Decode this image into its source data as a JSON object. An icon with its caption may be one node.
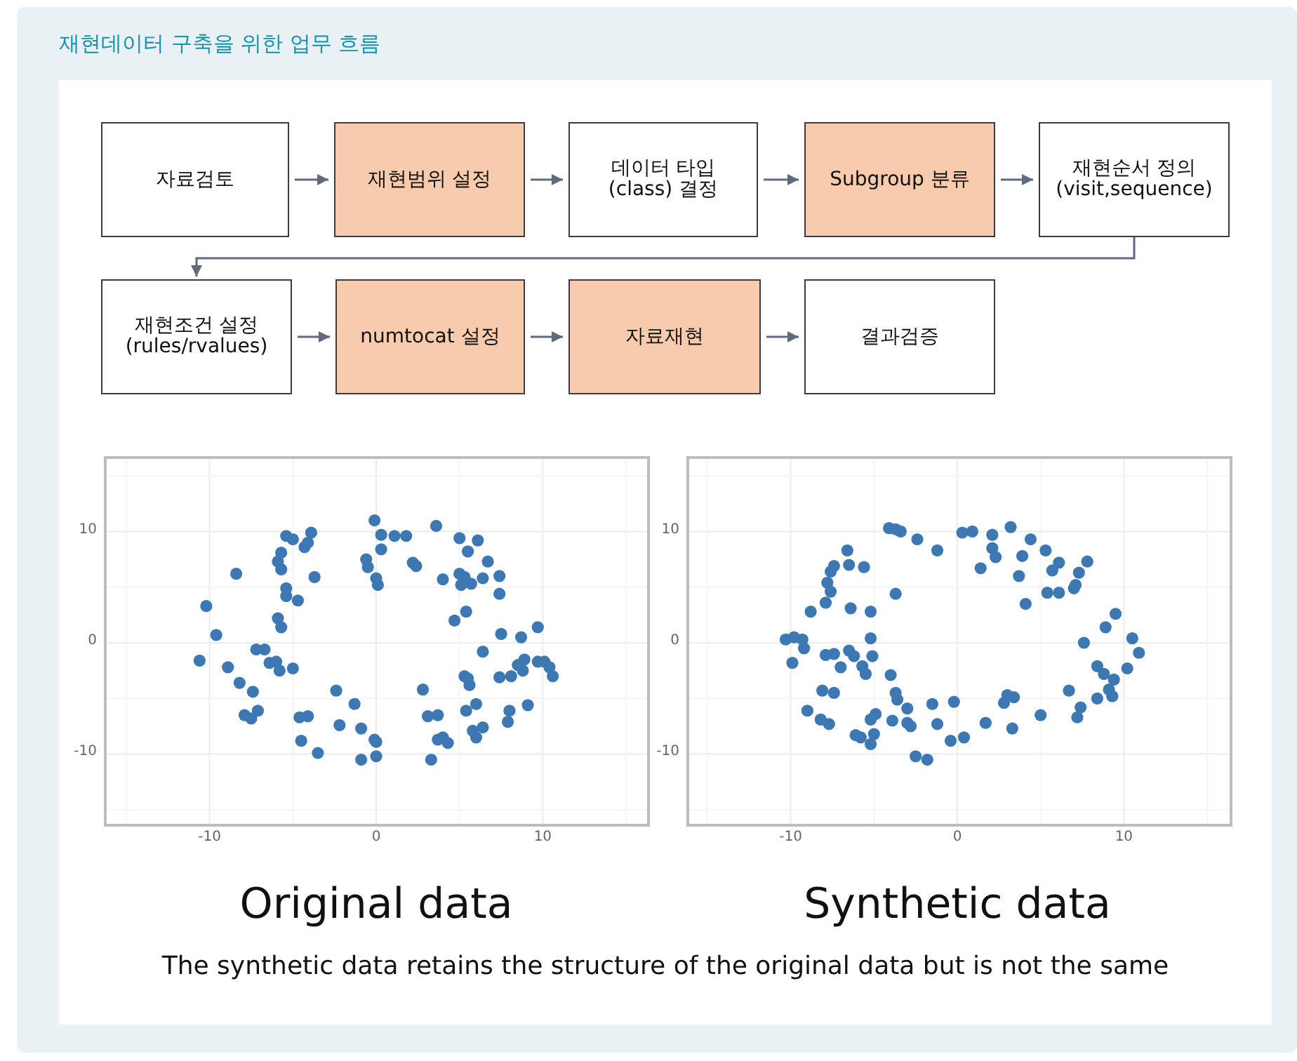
{
  "diagram": {
    "title": "재현데이터 구축을 위한 업무 흐름",
    "nodes": [
      {
        "text": [
          "자료검토"
        ]
      },
      {
        "text": [
          "재현범위 설정"
        ]
      },
      {
        "text": [
          "데이터 타입 (class) 결정"
        ]
      },
      {
        "text": [
          "Subgroup 분류"
        ]
      },
      {
        "text": [
          "재현순서 정의 (visit,sequence)"
        ]
      },
      {
        "text": [
          "재현조건 설정 (rules/rvalues)"
        ]
      },
      {
        "text": [
          "numtocat 설정"
        ]
      },
      {
        "text": [
          "자료재현"
        ]
      },
      {
        "text": [
          "결과검증"
        ]
      }
    ],
    "edges": [
      {
        "from": 0,
        "to": 1,
        "arrow": "to"
      },
      {
        "from": 1,
        "to": 2,
        "arrow": "to"
      },
      {
        "from": 2,
        "to": 3,
        "arrow": "to"
      },
      {
        "from": 3,
        "to": 4,
        "arrow": "to"
      },
      {
        "from": 4,
        "to": 5,
        "arrow": "to"
      },
      {
        "from": 5,
        "to": 6,
        "arrow": "to"
      },
      {
        "from": 6,
        "to": 7,
        "arrow": "to"
      },
      {
        "from": 7,
        "to": 8,
        "arrow": "to"
      }
    ],
    "labels": [
      "10",
      "0",
      "-10",
      "-10",
      "0",
      "10",
      "10",
      "0",
      "-10",
      "-10",
      "0",
      "10",
      "Original data",
      "Synthetic data",
      "The synthetic data retains the structure of the original data but is not the same"
    ]
  }
}
